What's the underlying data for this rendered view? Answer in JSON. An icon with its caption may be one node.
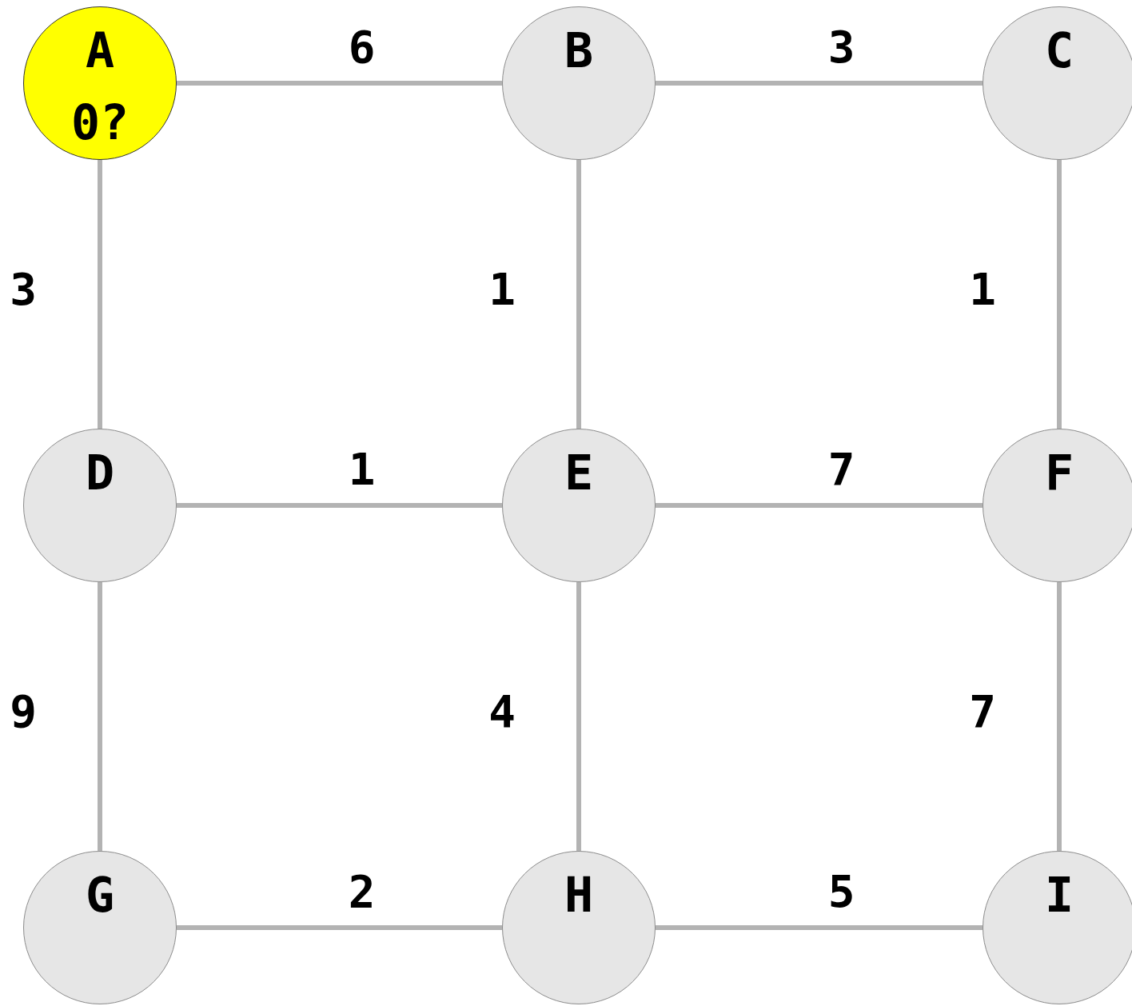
{
  "diagram": {
    "nodes": [
      {
        "text": [
          "A",
          "0?"
        ]
      },
      {
        "text": [
          "B"
        ]
      },
      {
        "text": [
          "C"
        ]
      },
      {
        "text": [
          "D"
        ]
      },
      {
        "text": [
          "E"
        ]
      },
      {
        "text": [
          "F"
        ]
      },
      {
        "text": [
          "G"
        ]
      },
      {
        "text": [
          "H"
        ]
      },
      {
        "text": [
          "I"
        ]
      }
    ],
    "edges": [
      {
        "from": 0,
        "to": 1,
        "arrow": "none",
        "label": "6"
      },
      {
        "from": 1,
        "to": 2,
        "arrow": "none",
        "label": "3"
      },
      {
        "from": 0,
        "to": 3,
        "arrow": "none",
        "label": "3"
      },
      {
        "from": 1,
        "to": 4,
        "arrow": "none",
        "label": "1"
      },
      {
        "from": 2,
        "to": 5,
        "arrow": "none",
        "label": "1"
      },
      {
        "from": 3,
        "to": 4,
        "arrow": "none",
        "label": "1"
      },
      {
        "from": 4,
        "to": 5,
        "arrow": "none",
        "label": "7"
      },
      {
        "from": 3,
        "to": 6,
        "arrow": "none",
        "label": "9"
      },
      {
        "from": 4,
        "to": 7,
        "arrow": "none",
        "label": "4"
      },
      {
        "from": 5,
        "to": 8,
        "arrow": "none",
        "label": "7"
      },
      {
        "from": 6,
        "to": 7,
        "arrow": "none",
        "label": "2"
      },
      {
        "from": 7,
        "to": 8,
        "arrow": "none",
        "label": "5"
      }
    ]
  }
}
